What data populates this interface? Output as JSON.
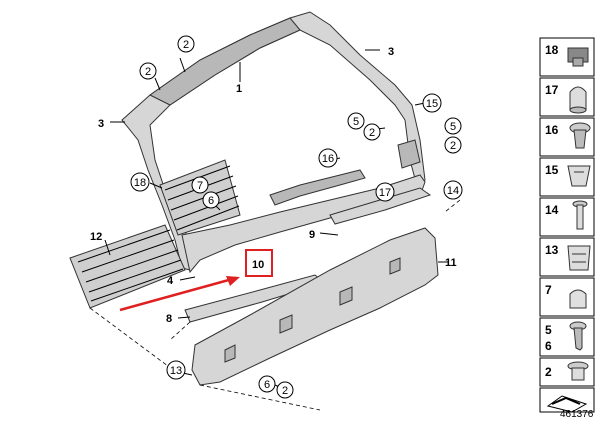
{
  "callouts": {
    "c1": "1",
    "c2a": "2",
    "c2b": "2",
    "c2c": "2",
    "c2d": "2",
    "c2e": "2",
    "c3a": "3",
    "c3b": "3",
    "c4": "4",
    "c5a": "5",
    "c5b": "5",
    "c6a": "6",
    "c6b": "6",
    "c7": "7",
    "c8": "8",
    "c9": "9",
    "c10": "10",
    "c11": "11",
    "c12": "12",
    "c13": "13",
    "c14": "14",
    "c15": "15",
    "c16": "16",
    "c17": "17",
    "c18": "18"
  },
  "side_parts": [
    {
      "label": "18",
      "icon": "clip-nut-icon"
    },
    {
      "label": "17",
      "icon": "cap-icon"
    },
    {
      "label": "16",
      "icon": "expanding-rivet-icon"
    },
    {
      "label": "15",
      "icon": "spring-clip-icon"
    },
    {
      "label": "14",
      "icon": "push-pin-icon"
    },
    {
      "label": "13",
      "icon": "clip-icon"
    },
    {
      "label": "7",
      "icon": "cover-cap-icon"
    },
    {
      "label": "5\n6",
      "icon": "screw-icon"
    },
    {
      "label": "2",
      "icon": "grommet-icon"
    },
    {
      "label": "",
      "icon": "box-arrow-icon"
    }
  ],
  "reference_number": "461376",
  "colors": {
    "highlight": "#e02020",
    "arrow": "#e02020",
    "part_fill": "#d6d6d6"
  }
}
